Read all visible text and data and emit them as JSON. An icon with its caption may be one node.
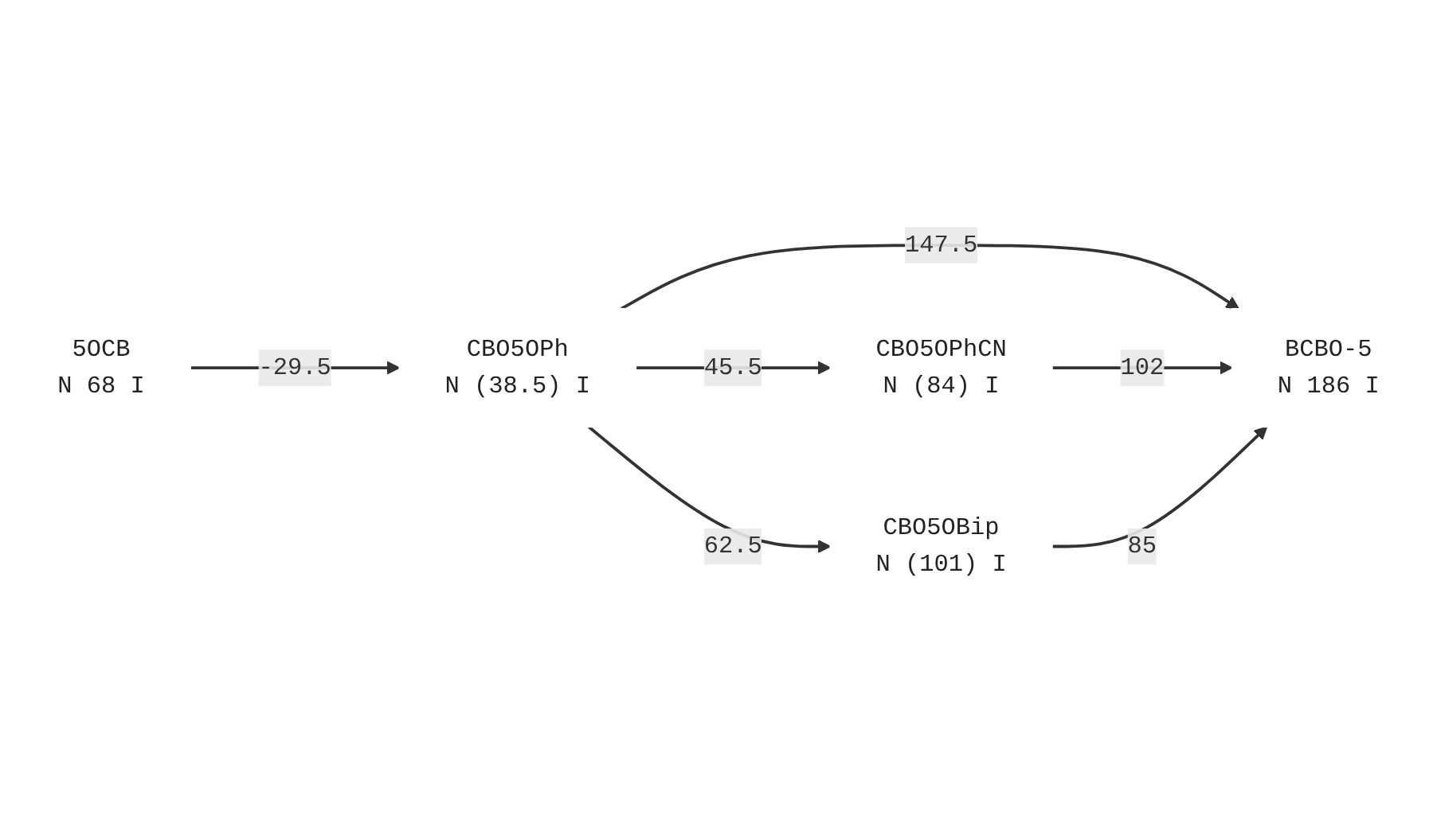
{
  "diagram": {
    "nodes": [
      {
        "text": [
          "5OCB",
          "N 68 I"
        ]
      },
      {
        "text": [
          "CBO5OPh",
          "N (38.5) I"
        ]
      },
      {
        "text": [
          "CBO5OPhCN",
          "N (84) I"
        ]
      },
      {
        "text": [
          "BCBO-5",
          "N 186 I"
        ]
      },
      {
        "text": [
          "CBO5OBip",
          "N (101) I"
        ]
      }
    ],
    "edges": [
      {
        "from": 0,
        "to": 1,
        "arrow": "to",
        "label": "-29.5"
      },
      {
        "from": 1,
        "to": 2,
        "arrow": "to",
        "label": "45.5"
      },
      {
        "from": 1,
        "to": 3,
        "arrow": "to",
        "label": "147.5"
      },
      {
        "from": 1,
        "to": 4,
        "arrow": "to",
        "label": "62.5"
      },
      {
        "from": 2,
        "to": 3,
        "arrow": "to",
        "label": "102"
      },
      {
        "from": 4,
        "to": 3,
        "arrow": "to",
        "label": "85"
      }
    ]
  }
}
